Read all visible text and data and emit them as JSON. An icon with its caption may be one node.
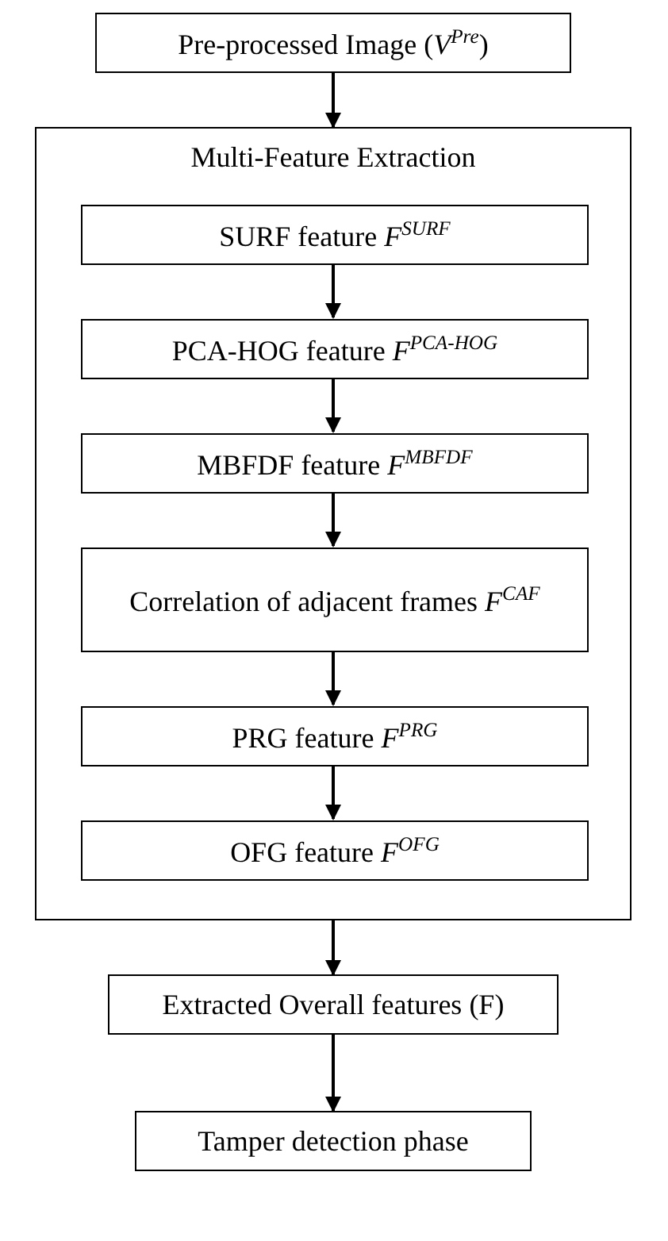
{
  "diagram": {
    "nodes": [
      {
        "text": [
          "Pre-processed Image (*V*$^{Pre}$)"
        ]
      },
      {
        "text": [
          "Multi-Feature Extraction"
        ]
      },
      {
        "text": [
          "SURF feature *F*$^{SURF}$"
        ],
        "in": 1
      },
      {
        "text": [
          "PCA-HOG feature *F*$^{PCA-HOG}$"
        ],
        "in": 1
      },
      {
        "text": [
          "MBFDF feature *F*$^{MBFDF}$"
        ],
        "in": 1
      },
      {
        "text": [
          "Correlation of adjacent frames *F*$^{CAF}$"
        ],
        "in": 1
      },
      {
        "text": [
          "PRG feature *F*$^{PRG}$"
        ],
        "in": 1
      },
      {
        "text": [
          "OFG feature *F*$^{OFG}$"
        ],
        "in": 1
      },
      {
        "text": [
          "Extracted Overall features (F)"
        ]
      },
      {
        "text": [
          "Tamper detection phase"
        ]
      }
    ],
    "edges": [
      {
        "from": 0,
        "to": 1,
        "arrow": "to"
      },
      {
        "from": 2,
        "to": 3,
        "arrow": "to"
      },
      {
        "from": 3,
        "to": 4,
        "arrow": "to"
      },
      {
        "from": 4,
        "to": 5,
        "arrow": "to"
      },
      {
        "from": 5,
        "to": 6,
        "arrow": "to"
      },
      {
        "from": 6,
        "to": 7,
        "arrow": "to"
      },
      {
        "from": 1,
        "to": 8,
        "arrow": "to"
      },
      {
        "from": 8,
        "to": 9,
        "arrow": "to"
      }
    ]
  }
}
